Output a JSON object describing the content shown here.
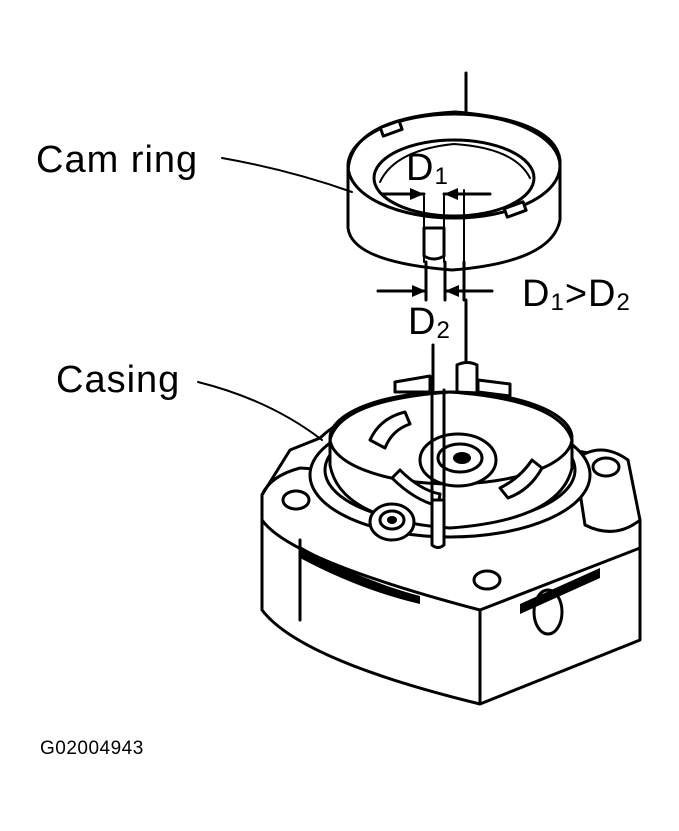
{
  "labels": {
    "cam_ring": "Cam ring",
    "casing": "Casing",
    "d1_main": "D",
    "d1_sub": "1",
    "d2_main": "D",
    "d2_sub": "2",
    "relation": {
      "a_main": "D",
      "a_sub": "1",
      "op": ">",
      "b_main": "D",
      "b_sub": "2"
    },
    "figure_code": "G02004943"
  }
}
